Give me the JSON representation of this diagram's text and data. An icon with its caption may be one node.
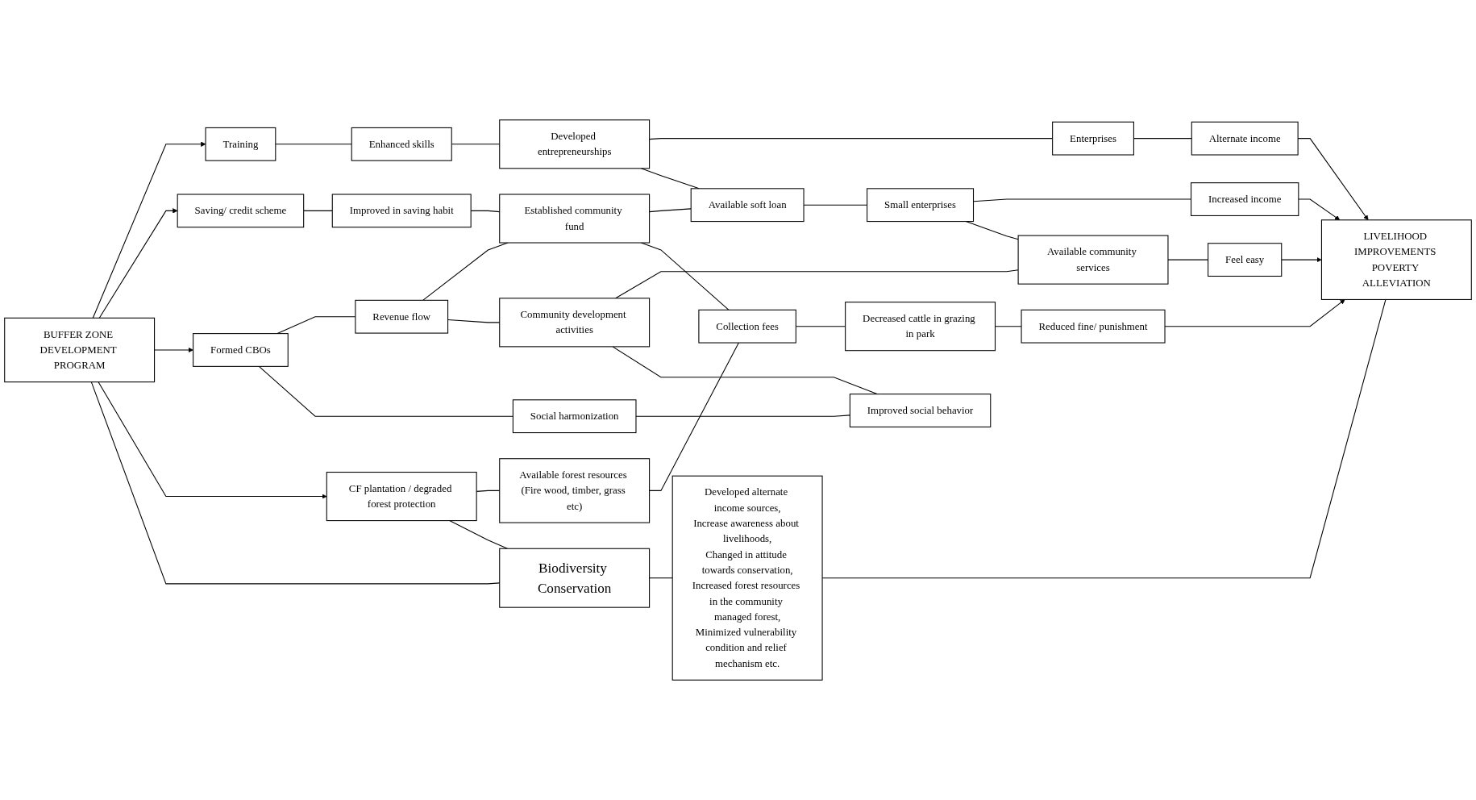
{
  "diagram": {
    "nodes": [
      {
        "text": [
          "BUFFER ZONE DEVELOPMENT PROGRAM"
        ]
      },
      {
        "text": [
          "Training"
        ]
      },
      {
        "text": [
          "Enhanced skills"
        ]
      },
      {
        "text": [
          "Developed entrepreneurships"
        ]
      },
      {
        "text": [
          "Enterprises"
        ]
      },
      {
        "text": [
          "Alternate income"
        ]
      },
      {
        "text": [
          "Saving/ credit scheme"
        ]
      },
      {
        "text": [
          "Improved in saving habit"
        ]
      },
      {
        "text": [
          "Established community fund"
        ]
      },
      {
        "text": [
          "Available soft loan"
        ]
      },
      {
        "text": [
          "Small enterprises"
        ]
      },
      {
        "text": [
          "Increased income"
        ]
      },
      {
        "text": [
          "Revenue flow"
        ]
      },
      {
        "text": [
          "Community development activities"
        ]
      },
      {
        "text": [
          "Formed CBOs"
        ]
      },
      {
        "text": [
          "Available community services"
        ]
      },
      {
        "text": [
          "Feel easy"
        ]
      },
      {
        "text": [
          "Improved social behavior"
        ]
      },
      {
        "text": [
          "Social harmonization"
        ]
      },
      {
        "text": [
          "CF plantation / degraded forest protection"
        ]
      },
      {
        "text": [
          "Available forest resources (Fire wood, timber, grass etc)"
        ]
      },
      {
        "text": [
          "Collection fees"
        ]
      },
      {
        "text": [
          "Decreased cattle in grazing in park"
        ]
      },
      {
        "text": [
          "Reduced fine/ punishment"
        ]
      },
      {
        "text": [
          "LIVELIHOOD IMPROVEMENTS POVERTY ALLEVIATION"
        ]
      },
      {
        "text": [
          "Biodiversity Conservation"
        ]
      },
      {
        "text": [
          "Developed alternate income sources,",
          "Increase awareness about livelihoods,",
          "Changed in attitude towards conservation,",
          "Increased forest resources in the community managed forest,",
          "Minimized vulnerability condition and relief mechanism etc."
        ]
      }
    ],
    "edges": [
      {
        "from": 0,
        "to": 1,
        "arrow": "to"
      },
      {
        "from": 0,
        "to": 6,
        "arrow": "to"
      },
      {
        "from": 0,
        "to": 14,
        "arrow": "to"
      },
      {
        "from": 0,
        "to": 19,
        "arrow": "to"
      },
      {
        "from": 1,
        "to": 2,
        "arrow": "none"
      },
      {
        "from": 2,
        "to": 3,
        "arrow": "none"
      },
      {
        "from": 3,
        "to": 4,
        "arrow": "none"
      },
      {
        "from": 4,
        "to": 5,
        "arrow": "none"
      },
      {
        "from": 3,
        "to": 9,
        "arrow": "none"
      },
      {
        "from": 6,
        "to": 7,
        "arrow": "none"
      },
      {
        "from": 7,
        "to": 8,
        "arrow": "none"
      },
      {
        "from": 8,
        "to": 9,
        "arrow": "none"
      },
      {
        "from": 9,
        "to": 10,
        "arrow": "none"
      },
      {
        "from": 10,
        "to": 11,
        "arrow": "none"
      },
      {
        "from": 14,
        "to": 12,
        "arrow": "none"
      },
      {
        "from": 12,
        "to": 8,
        "arrow": "none"
      },
      {
        "from": 12,
        "to": 13,
        "arrow": "none"
      },
      {
        "from": 13,
        "to": 15,
        "arrow": "none"
      },
      {
        "from": 10,
        "to": 15,
        "arrow": "none"
      },
      {
        "from": 15,
        "to": 16,
        "arrow": "none"
      },
      {
        "from": 13,
        "to": 17,
        "arrow": "none"
      },
      {
        "from": 14,
        "to": 18,
        "arrow": "none"
      },
      {
        "from": 18,
        "to": 17,
        "arrow": "none"
      },
      {
        "from": 8,
        "to": 21,
        "arrow": "none"
      },
      {
        "from": 19,
        "to": 20,
        "arrow": "none"
      },
      {
        "from": 20,
        "to": 21,
        "arrow": "none"
      },
      {
        "from": 21,
        "to": 22,
        "arrow": "none"
      },
      {
        "from": 22,
        "to": 23,
        "arrow": "none"
      },
      {
        "from": 5,
        "to": 24,
        "arrow": "to"
      },
      {
        "from": 11,
        "to": 24,
        "arrow": "to"
      },
      {
        "from": 16,
        "to": 24,
        "arrow": "to"
      },
      {
        "from": 23,
        "to": 24,
        "arrow": "to"
      },
      {
        "from": 0,
        "to": 25,
        "arrow": "none"
      },
      {
        "from": 19,
        "to": 25,
        "arrow": "none"
      },
      {
        "from": 25,
        "to": 26,
        "arrow": "none"
      },
      {
        "from": 26,
        "to": 24,
        "arrow": "none"
      }
    ]
  }
}
